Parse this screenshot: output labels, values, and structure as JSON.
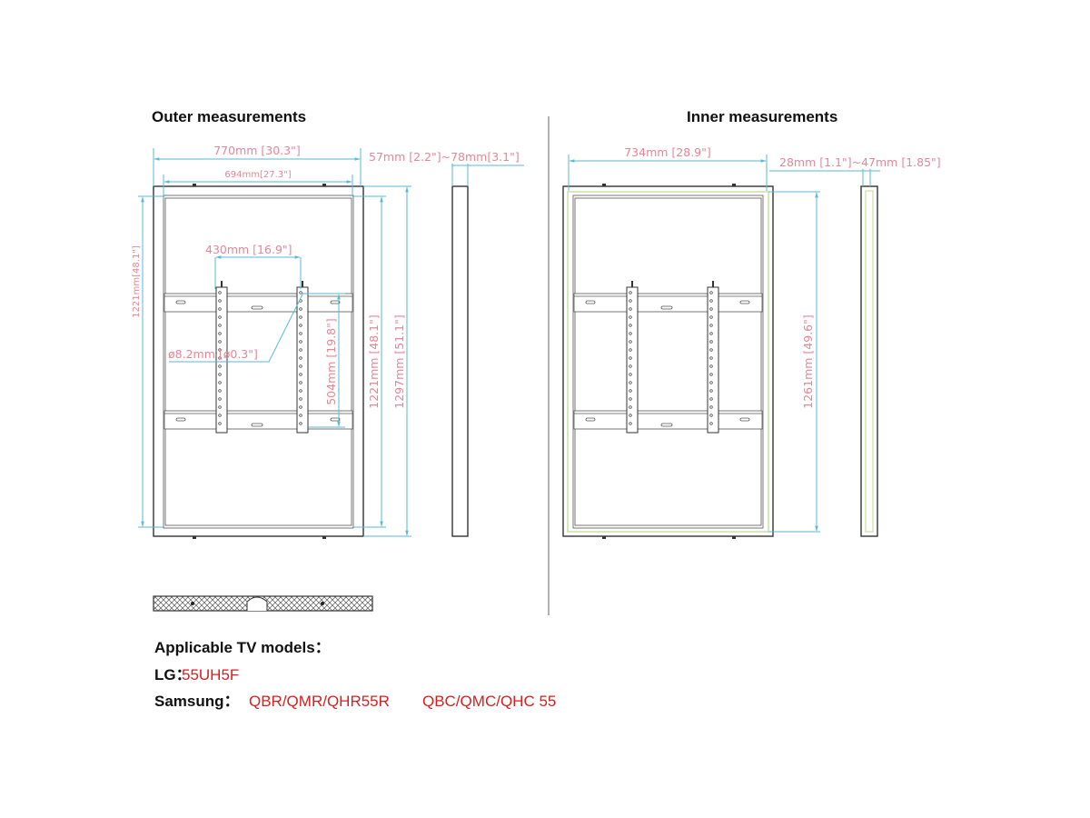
{
  "outer": {
    "title": "Outer measurements",
    "width_overall": "770mm  [30.3\"]",
    "width_inner": "694mm[27.3\"]",
    "depth": "57mm  [2.2\"]~78mm[3.1\"]",
    "vesa_width": "430mm  [16.9\"]",
    "hole_diameter": "ø8.2mm  [ø0.3\"]",
    "vesa_height": "504mm  [19.8\"]",
    "height_inner_left": "1221mm[48.1\"]",
    "height_inner_right": "1221mm  [48.1\"]",
    "height_overall": "1297mm  [51.1\"]"
  },
  "inner": {
    "title": "Inner measurements",
    "width": "734mm  [28.9\"]",
    "depth": "28mm  [1.1\"]~47mm  [1.85\"]",
    "height": "1261mm  [49.6\"]"
  },
  "models": {
    "heading": "Applicable TV models：",
    "lg_label": "LG：",
    "lg_models": "55UH5F",
    "samsung_label": "Samsung：",
    "samsung_models_1": "QBR/QMR/QHR55R",
    "samsung_models_2": "QBC/QMC/QHC 55"
  },
  "colors": {
    "dimension_text": "#e88595",
    "dimension_line": "#58b9d9",
    "inner_outline": "#b8dc8a",
    "model_text": "#d81e1e"
  }
}
